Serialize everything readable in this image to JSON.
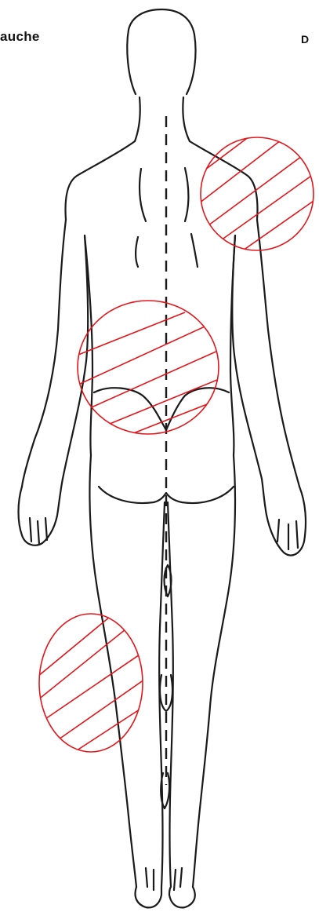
{
  "labels": {
    "left": "auche",
    "right": "D"
  },
  "colors": {
    "outline": "#1a1a1a",
    "marker": "#e3161b"
  },
  "figure": {
    "view": "posterior",
    "marked_zones": [
      "right-shoulder",
      "lower-back",
      "left-thigh"
    ]
  }
}
